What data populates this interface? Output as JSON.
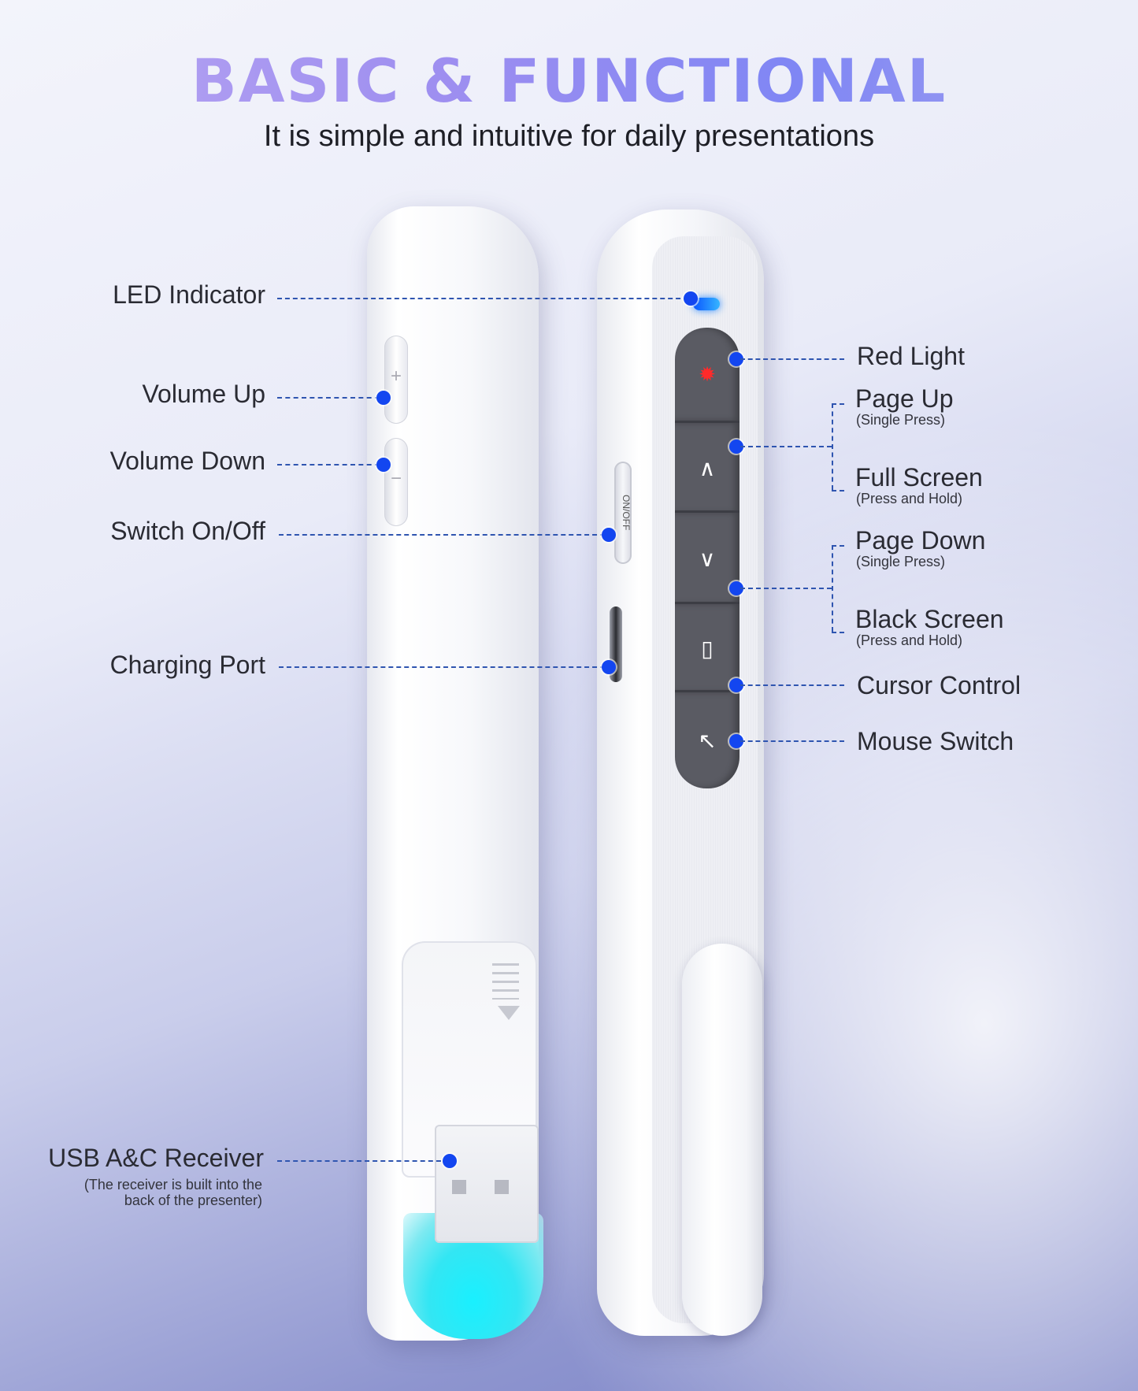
{
  "header": {
    "title": "BASIC & FUNCTIONAL",
    "subtitle": "It is simple and intuitive for daily presentations"
  },
  "left_labels": {
    "led": "LED Indicator",
    "volume_up": "Volume Up",
    "volume_down": "Volume Down",
    "switch": "Switch On/Off",
    "charging": "Charging Port",
    "usb": "USB A&C Receiver",
    "usb_note_1": "(The receiver is built into the",
    "usb_note_2": "back of the presenter)"
  },
  "right_labels": {
    "red_light": "Red Light",
    "page_up": "Page Up",
    "page_up_sub": "(Single Press)",
    "full_screen": "Full Screen",
    "full_screen_sub": "(Press and Hold)",
    "page_down": "Page Down",
    "page_down_sub": "(Single Press)",
    "black_screen": "Black Screen",
    "black_screen_sub": "(Press and Hold)",
    "cursor": "Cursor Control",
    "mouse_switch": "Mouse Switch"
  },
  "device": {
    "switch_text": "ON/OFF",
    "plus": "+",
    "minus": "−",
    "btn_laser": "✹",
    "btn_up": "∧",
    "btn_down": "∨",
    "btn_mouse": "▯",
    "btn_pointer": "↖"
  },
  "colors": {
    "dot": "#1346f0",
    "line": "#2f55b0",
    "led": "#0a55ff",
    "receiver_glow": "#19f0ff",
    "button": "#5a5b63"
  }
}
